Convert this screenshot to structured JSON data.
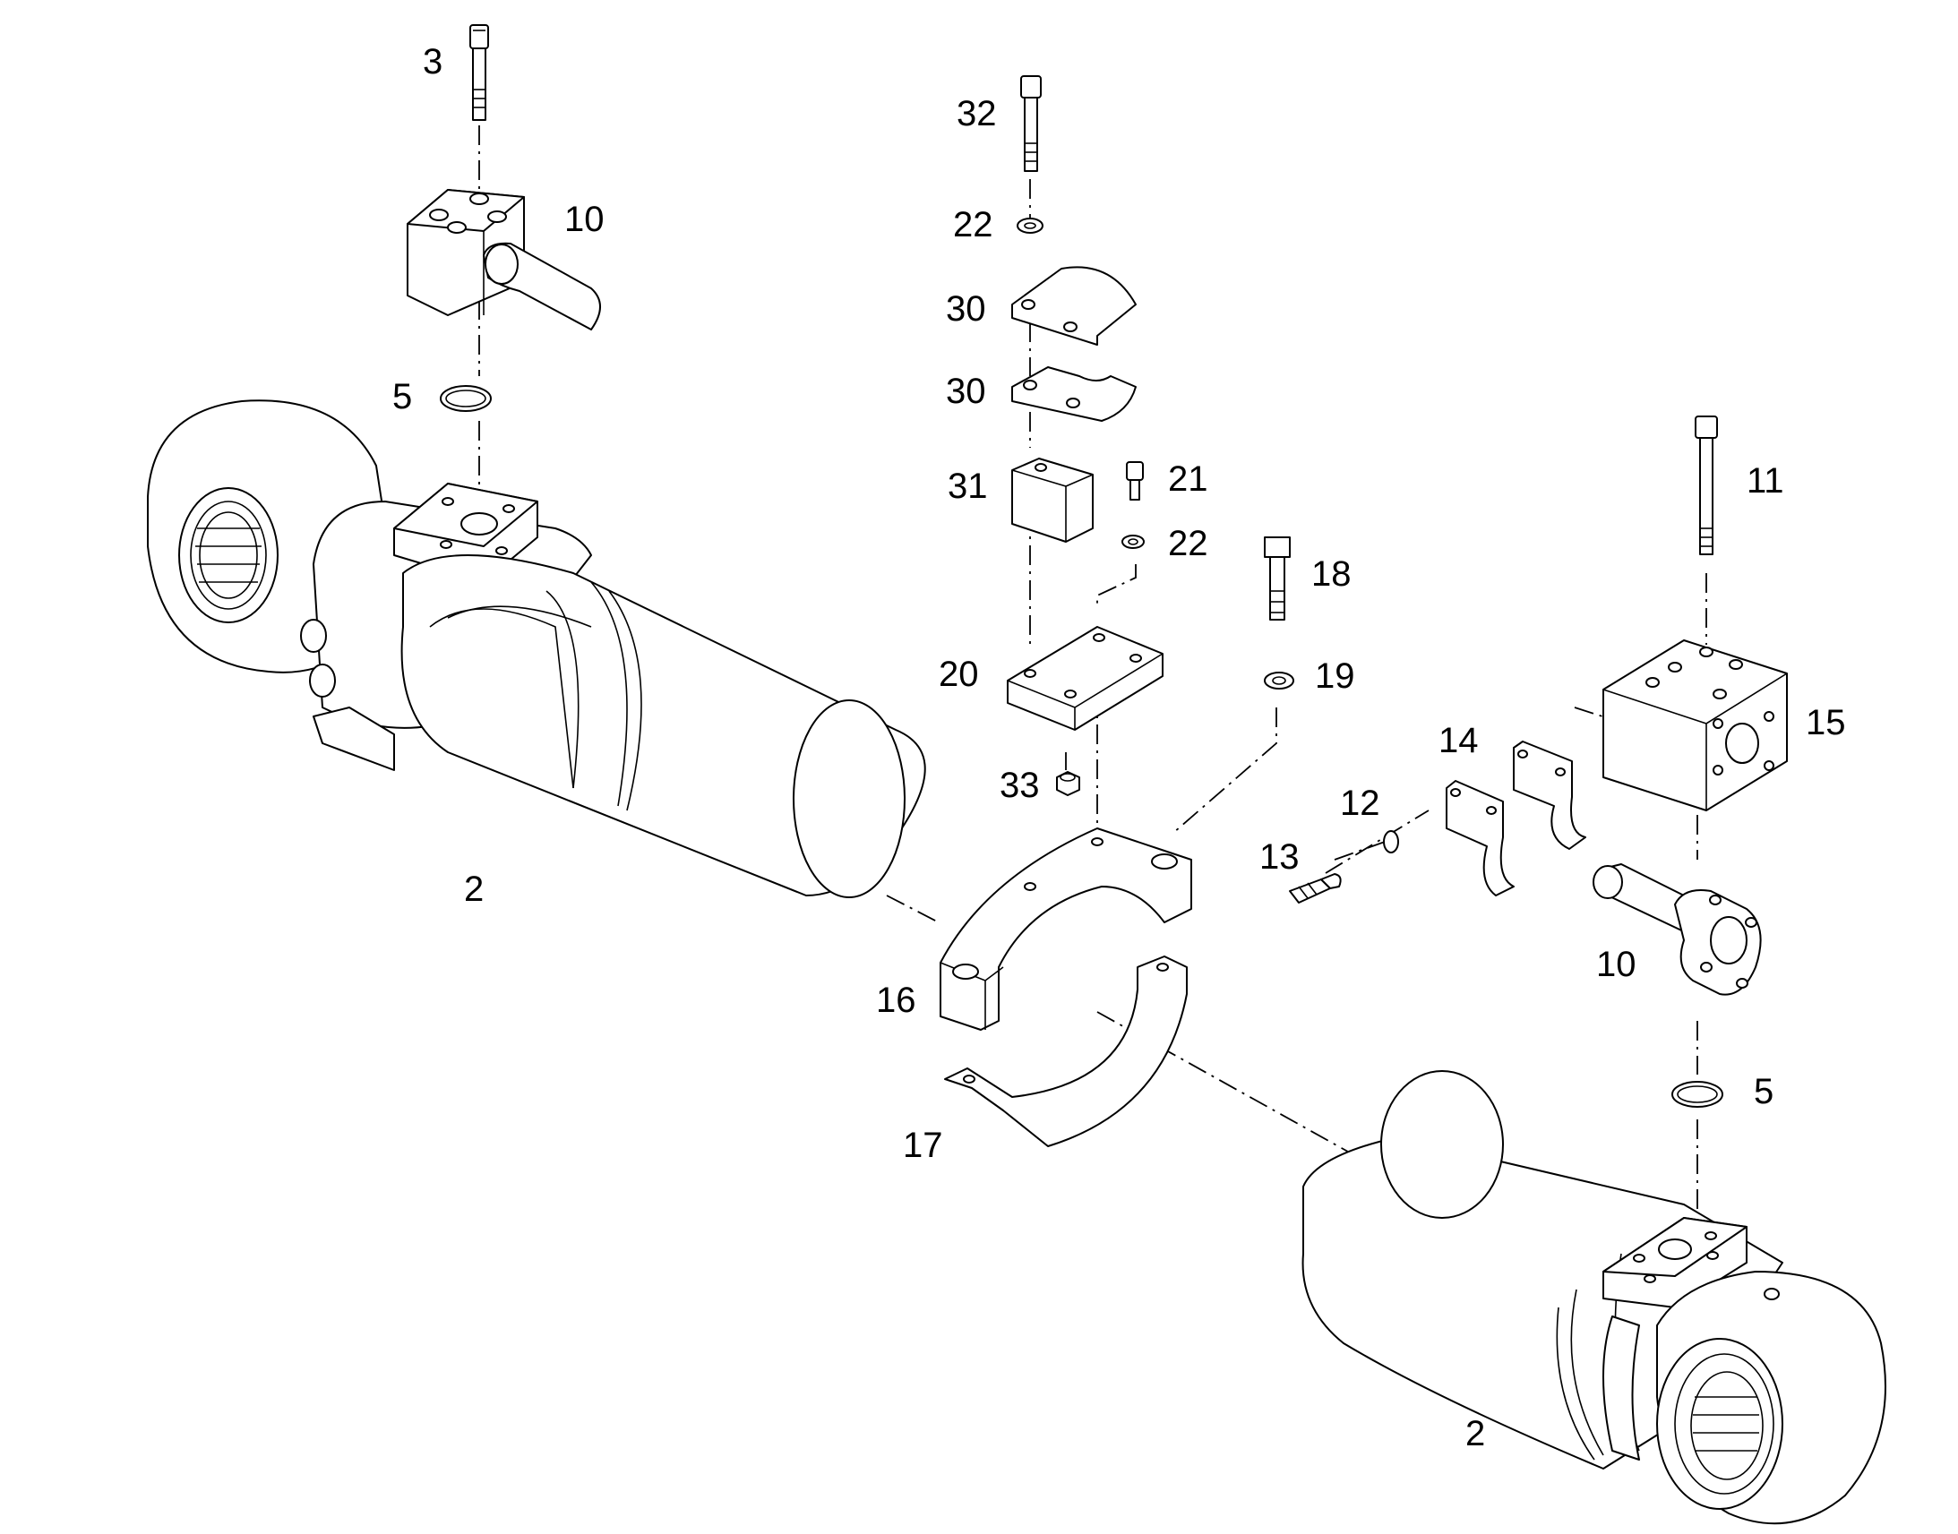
{
  "diagram": {
    "callouts": [
      {
        "id": "c3",
        "text": "3"
      },
      {
        "id": "c10a",
        "text": "10"
      },
      {
        "id": "c5a",
        "text": "5"
      },
      {
        "id": "c2a",
        "text": "2"
      },
      {
        "id": "c32",
        "text": "32"
      },
      {
        "id": "c22a",
        "text": "22"
      },
      {
        "id": "c30a",
        "text": "30"
      },
      {
        "id": "c30b",
        "text": "30"
      },
      {
        "id": "c31",
        "text": "31"
      },
      {
        "id": "c21",
        "text": "21"
      },
      {
        "id": "c22b",
        "text": "22"
      },
      {
        "id": "c18",
        "text": "18"
      },
      {
        "id": "c20",
        "text": "20"
      },
      {
        "id": "c19",
        "text": "19"
      },
      {
        "id": "c33",
        "text": "33"
      },
      {
        "id": "c11",
        "text": "11"
      },
      {
        "id": "c15",
        "text": "15"
      },
      {
        "id": "c14",
        "text": "14"
      },
      {
        "id": "c12",
        "text": "12"
      },
      {
        "id": "c13",
        "text": "13"
      },
      {
        "id": "c10b",
        "text": "10"
      },
      {
        "id": "c16",
        "text": "16"
      },
      {
        "id": "c17",
        "text": "17"
      },
      {
        "id": "c5b",
        "text": "5"
      },
      {
        "id": "c2b",
        "text": "2"
      }
    ]
  }
}
